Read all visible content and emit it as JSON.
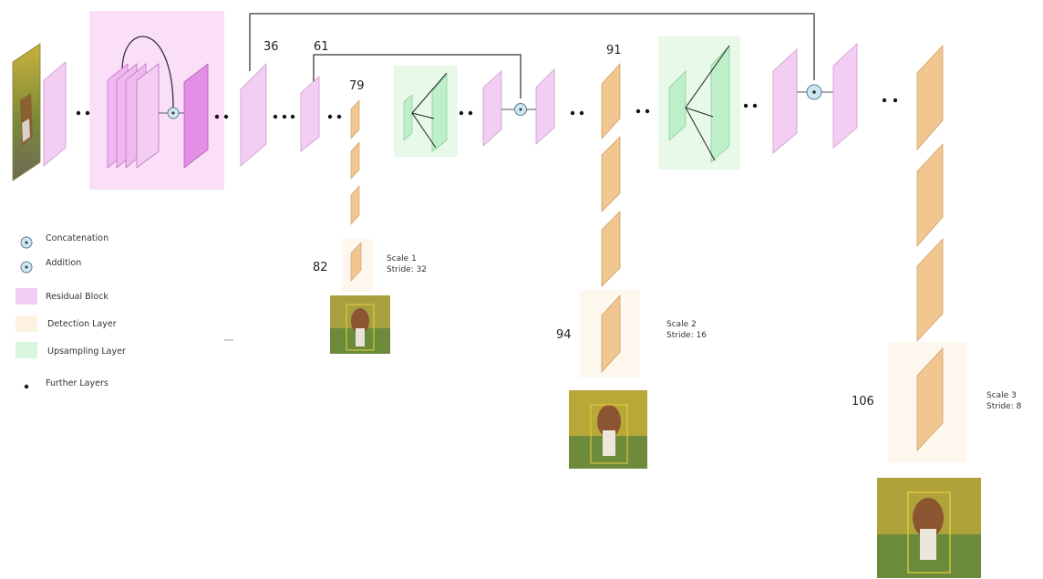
{
  "title": "",
  "colors": {
    "residual": "#f4cdf2",
    "residual_block_bg": "#fbdff8",
    "residual_dark": "#e48fe6",
    "detection": "#f2c690",
    "detection_bg": "#fdf7ee",
    "upsampling": "#bdf0c8",
    "upsampling_bg": "#e8f9ea",
    "connector": "#555555",
    "operator": "#cfe6f2"
  },
  "layer_labels": {
    "l36": "36",
    "l61": "61",
    "l79": "79",
    "l82": "82",
    "l91": "91",
    "l94": "94",
    "l106": "106"
  },
  "scales": [
    {
      "line1": "Scale 1",
      "line2": "Stride: 32"
    },
    {
      "line1": "Scale 2",
      "line2": "Stride: 16"
    },
    {
      "line1": "Scale 3",
      "line2": "Stride: 8"
    }
  ],
  "legend": [
    {
      "label": "Concatenation",
      "icon": "concatenation-icon"
    },
    {
      "label": "Addition",
      "icon": "addition-icon"
    },
    {
      "label": "Residual Block",
      "icon": "residual-block-swatch"
    },
    {
      "label": "Detection Layer",
      "icon": "detection-layer-swatch"
    },
    {
      "label": "Upsampling Layer",
      "icon": "upsampling-layer-swatch"
    },
    {
      "label": "Further Layers",
      "icon": "further-layers-dot"
    }
  ],
  "images": [
    "input-image",
    "scale1-output-image",
    "scale2-output-image",
    "scale3-output-image"
  ]
}
